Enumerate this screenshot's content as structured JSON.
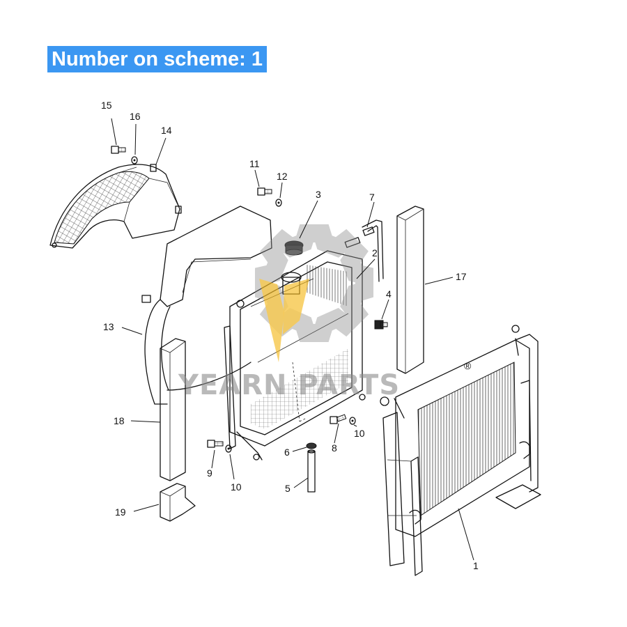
{
  "header": {
    "title": "Number on scheme: 1"
  },
  "watermark": {
    "brand": "YEARN PARTS",
    "mark": "®",
    "gear_color": "#8a8a8a",
    "accent_color": "#f5b81c"
  },
  "banner_color": "#3b97f2",
  "callouts": [
    {
      "id": "c1",
      "label": "1"
    },
    {
      "id": "c2",
      "label": "2"
    },
    {
      "id": "c3",
      "label": "3"
    },
    {
      "id": "c4",
      "label": "4"
    },
    {
      "id": "c5",
      "label": "5"
    },
    {
      "id": "c6",
      "label": "6"
    },
    {
      "id": "c7",
      "label": "7"
    },
    {
      "id": "c8",
      "label": "8"
    },
    {
      "id": "c9",
      "label": "9"
    },
    {
      "id": "c10a",
      "label": "10"
    },
    {
      "id": "c10b",
      "label": "10"
    },
    {
      "id": "c11",
      "label": "11"
    },
    {
      "id": "c12",
      "label": "12"
    },
    {
      "id": "c13",
      "label": "13"
    },
    {
      "id": "c14",
      "label": "14"
    },
    {
      "id": "c15",
      "label": "15"
    },
    {
      "id": "c16",
      "label": "16"
    },
    {
      "id": "c17",
      "label": "17"
    },
    {
      "id": "c18",
      "label": "18"
    },
    {
      "id": "c19",
      "label": "19"
    }
  ]
}
